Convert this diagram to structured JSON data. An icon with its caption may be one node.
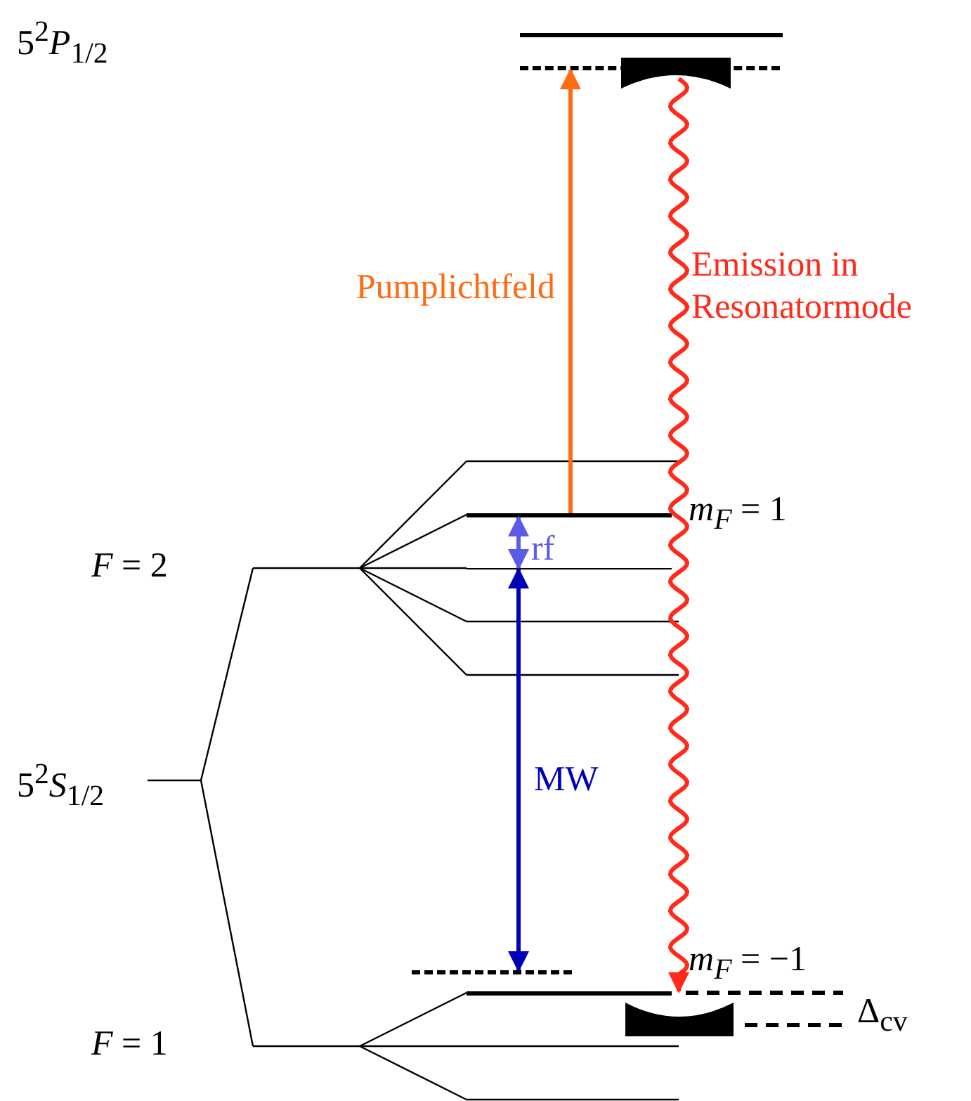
{
  "diagram": {
    "nodes": [
      {
        "text": [],
        "shape": "bar"
      },
      {
        "text": [],
        "shape": "bar",
        "beside": [
          "*m*$_{F}$ = 1"
        ]
      },
      {
        "text": [],
        "shape": "bar"
      },
      {
        "text": [],
        "shape": "bar"
      },
      {
        "text": [],
        "shape": "bar",
        "beside": [
          "*m*$_{F}$ = −1"
        ]
      }
    ],
    "edges": [
      {
        "from": 1,
        "to": 0,
        "arrow": "to",
        "label": "Pumplichtfeld",
        "color": "#ff6a13"
      },
      {
        "from": 0,
        "to": 4,
        "arrow": "to",
        "label": "Emission in Resonatormode",
        "color": "#ff2a1a"
      },
      {
        "from": 1,
        "to": 2,
        "arrow": "both",
        "label": "rf",
        "color": "#5b5be8"
      },
      {
        "from": 2,
        "to": 3,
        "arrow": "both",
        "label": "MW",
        "color": "#0000b8"
      }
    ],
    "labels": [
      "5$^{2}$*P*$_{1/2}$",
      "*F* = 2",
      "5$^{2}$*S*$_{1/2}$",
      "*F* = 1",
      "Δ$_{cv}$"
    ]
  }
}
